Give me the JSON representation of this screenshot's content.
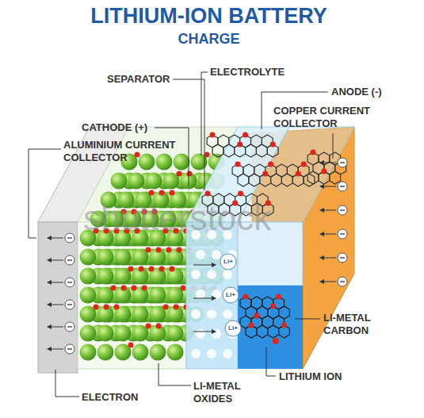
{
  "diagram": {
    "title": "LITHIUM-ION BATTERY",
    "labels": [
      "CHARGE",
      "SEPARATOR",
      "ELECTROLYTE",
      "ANODE (-)",
      "COPPER CURRENT COLLECTOR",
      "CATHODE (+)",
      "ALUMINIUM CURRENT COLLECTOR",
      "shutterstock",
      "Li+",
      "Li+",
      "Li+",
      "LI-METAL CARBON",
      "LITHIUM ION",
      "ELECTRON",
      "LI-METAL OXIDES"
    ]
  }
}
